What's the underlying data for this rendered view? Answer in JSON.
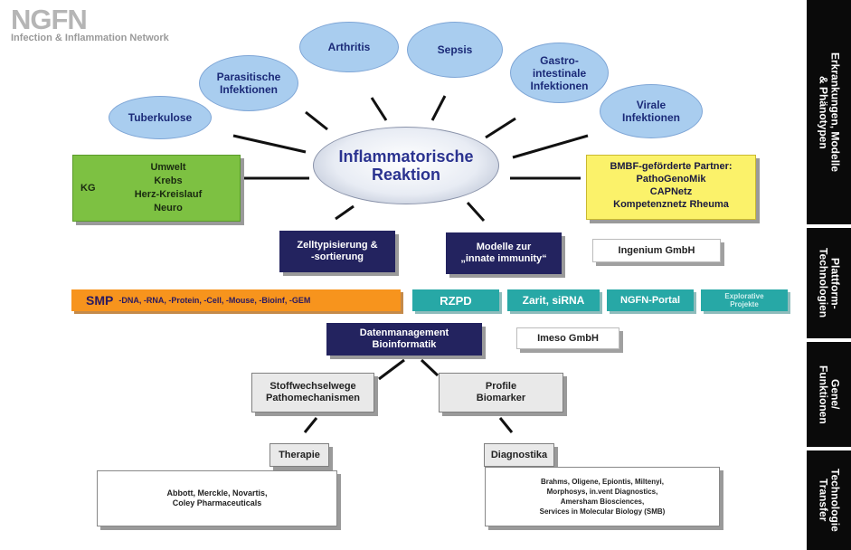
{
  "logo": {
    "wordmark": "NGFN",
    "subtitle": "Infection & Inflammation Network"
  },
  "center": "Inflammatorische\nReaktion",
  "diseases": {
    "tuberkulose": "Tuberkulose",
    "parasitische": "Parasitische\nInfektionen",
    "arthritis": "Arthritis",
    "sepsis": "Sepsis",
    "gastro": "Gastro-\nintestinale\nInfektionen",
    "virale": "Virale\nInfektionen"
  },
  "kg_box": {
    "label": "KG",
    "items": "Umwelt\nKrebs\nHerz-Kreislauf\nNeuro"
  },
  "bmbf_box": {
    "title": "BMBF-geförderte Partner:",
    "items": "PathoGenoMik\nCAPNetz\nKompetenznetz Rheuma"
  },
  "zell": "Zelltypisierung &\n-sortierung",
  "modelle": "Modelle zur\n„innate immunity“",
  "ingenium": "Ingenium GmbH",
  "smp": {
    "label": "SMP",
    "items": "-DNA, -RNA, -Protein, -Cell, -Mouse, -Bioinf, -GEM"
  },
  "teal": {
    "rzpd": "RZPD",
    "zarit": "Zarit, siRNA",
    "portal": "NGFN-Portal",
    "explorative": "Explorative\nProjekte"
  },
  "datenmanagement": "Datenmanagement\nBioinformatik",
  "imeso": "Imeso GmbH",
  "stoffwechsel": "Stoffwechselwege\nPathomechanismen",
  "profile": "Profile\nBiomarker",
  "therapie": "Therapie",
  "diagnostika": "Diagnostika",
  "therapie_partners": "Abbott, Merckle, Novartis,\nColey Pharmaceuticals",
  "diagnostika_partners": "Brahms, Oligene, Epiontis, Miltenyi,\nMorphosys, in.vent Diagnostics,\nAmersham Biosciences,\nServices in Molecular Biology (SMB)",
  "side_tabs": [
    "Erkrankungen, Modelle\n& Phänotypen",
    "Plattform-\nTechnologien",
    "Gene/\nFunktionen",
    "Technologie\nTransfer"
  ],
  "colors": {
    "navy": "#23235f",
    "green": "#7dc142",
    "yellow": "#fbf26a",
    "orange": "#f7941d",
    "teal": "#27a8a6",
    "ellipse": "#a9cdef"
  }
}
